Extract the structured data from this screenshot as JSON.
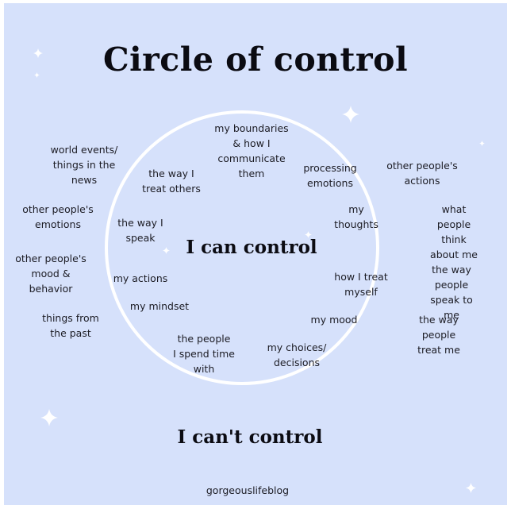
{
  "title": "Circle of control",
  "inner": {
    "label": "I can control",
    "items": [
      "my boundaries\n& how I\ncommunicate\nthem",
      "the way I\ntreat others",
      "processing\nemotions",
      "the way I\nspeak",
      "my\nthoughts",
      "my actions",
      "how I treat\nmyself",
      "my mindset",
      "my mood",
      "the people\nI spend time\nwith",
      "my choices/\ndecisions"
    ]
  },
  "outer": {
    "label": "I can't control",
    "items": [
      "world events/\nthings in the\nnews",
      "other people's\nactions",
      "other people's\nemotions",
      "what people\nthink about me",
      "other people's\nmood &\nbehavior",
      "the way people\nspeak to me",
      "things from\nthe past",
      "the way people\ntreat me"
    ]
  },
  "footer": "gorgeouslifeblog",
  "colors": {
    "background": "#d6e1fb",
    "circle": "#ffffff",
    "text": "#1c1c24",
    "heading": "#0b0b12"
  },
  "icons": [
    "sparkle-icon"
  ]
}
